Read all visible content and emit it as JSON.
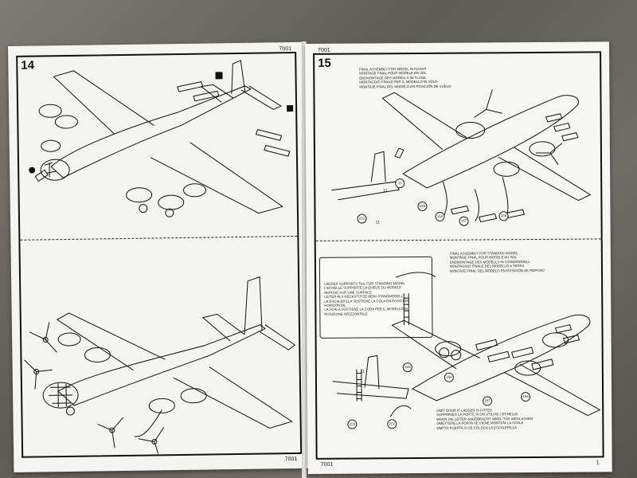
{
  "left_page": {
    "step_number": "14",
    "code_top": "7001",
    "code_bottom": "7001"
  },
  "right_page": {
    "code_top": "7001",
    "step_number": "15",
    "code_bottom": "7001",
    "page_corner": "1",
    "flight_notes": [
      "FINAL ASSEMBLY FOR MODEL IN FLIGHT",
      "MONTAGE FINAL POUR MODELE EN VOL",
      "ENDMONTAGE DES MODELLS IM FLUGE",
      "MONTAGGIO FINALE PER IL MODELLO IN VOLO",
      "MONTAJE FINAL DEL MODELO EN POSICIÓN DE VUELO"
    ],
    "standing_notes": [
      "FINAL ASSEMBLY FOR STANDING MODEL",
      "MONTAGE FINAL POUR MODELE AU SOL",
      "ENDMONTAGE DES MODELLS IN STANDMODELL",
      "MONTAGGIO FINALE DEL MODELLO A TERRA",
      "MONTAJE FINAL DEL MODELO EN POSICIÓN DE REPOSO"
    ],
    "ladder_callout": [
      "LADDER SUPPORTS TAIL FOR STANDING MODEL",
      "L'ECHELLE SUPPORTE LA QUEUE DU MODELE",
      "REPOSE SUR UNE SURFACE",
      "LEITER ALS HECKSTÜTZE BEIM STANDMODELL",
      "LA ESCALERILLA SOSTIENE LA COLA EN POSICIÓN",
      "HORIZONTAL",
      "LA SCALA SOSTIENE LA CODA PER IL MODELLO IN",
      "POSIZIONE ORIZZONTALE"
    ],
    "omit_notes": [
      "OMIT DOOR IF LADDER IS FITTED",
      "SUPPRIMER LA PORTE SI ON UTILISE L'ECHELLE",
      "WENN DIE LEITER ANGEBRACHT WIRD, TÜR WEGLASSEN",
      "OMETTERE LA PORTA SE VIENE MONTATA LA SCALA",
      "OMITIR PUERTA SI SE COLOCA LA ESCALERILLA"
    ],
    "part_numbers_top": [
      "11",
      "11",
      "169",
      "168",
      "167",
      "166",
      "11",
      "201"
    ],
    "part_numbers_bottom": [
      "169",
      "168",
      "167",
      "166",
      "203",
      "202",
      "11"
    ]
  },
  "colors": {
    "paper": "#f4f4f1",
    "ink": "#111111",
    "background": "#6b6a62"
  }
}
